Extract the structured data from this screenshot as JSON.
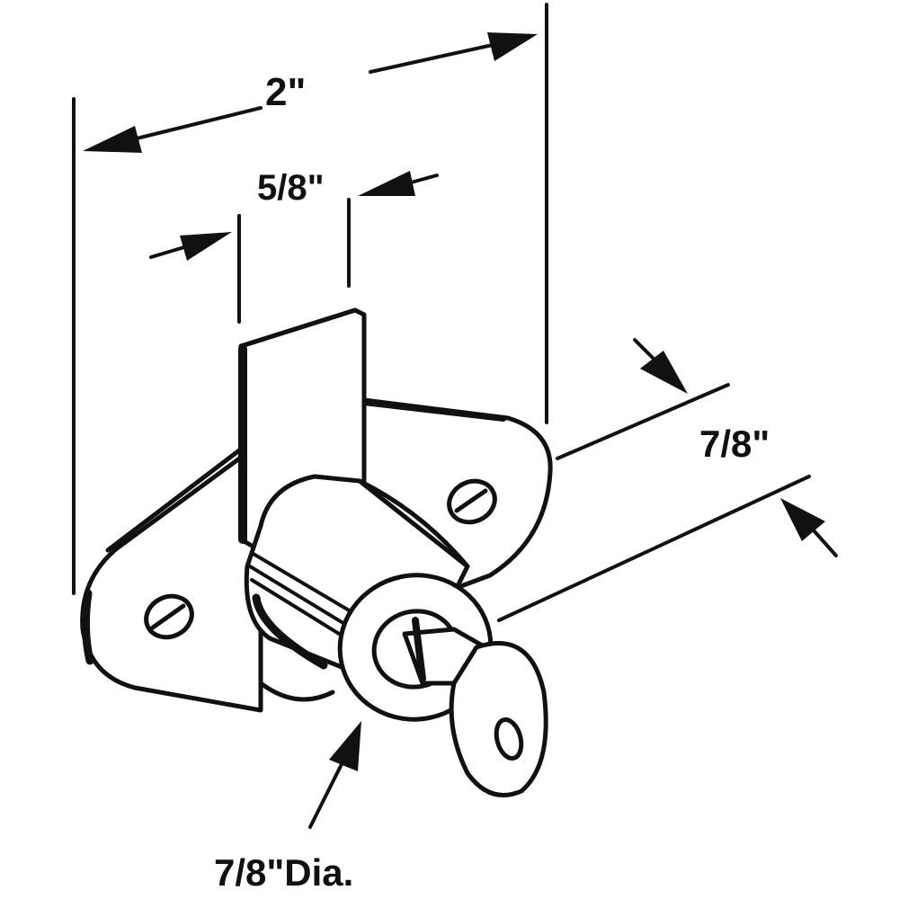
{
  "dimensions": {
    "overall_width": "2\"",
    "plunger_width": "5/8\"",
    "cylinder_length": "7/8\"",
    "cylinder_diameter": "7/8\"Dia."
  }
}
